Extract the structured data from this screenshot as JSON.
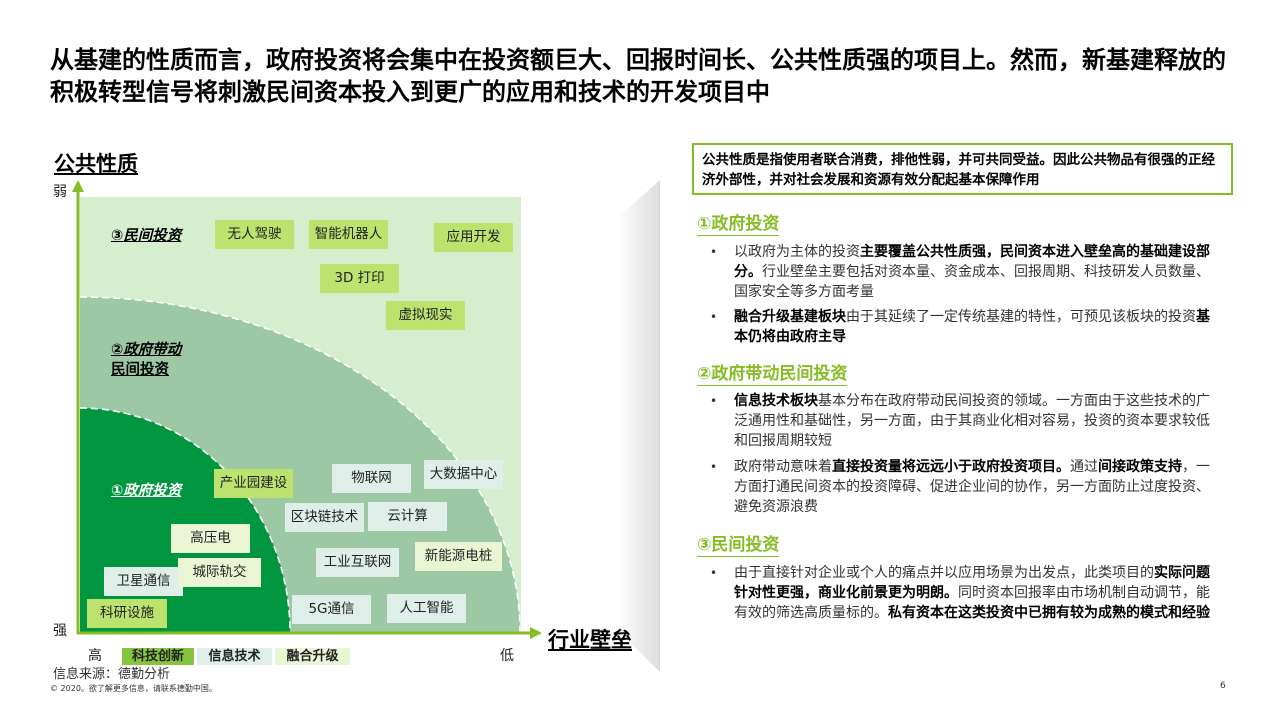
{
  "title": "从基建的性质而言，政府投资将会集中在投资额巨大、回报时间长、公共性质强的项目上。然而，新基建释放的积极转型信号将刺激民间资本投入到更广的应用和技术的开发项目中",
  "chart": {
    "y_axis_title": "公共性质",
    "y_top_label": "弱",
    "y_bottom_label": "强",
    "x_axis_title": "行业壁垒",
    "x_left_label": "高",
    "x_right_label": "低",
    "zones": {
      "private": {
        "num": "③",
        "label": "民间投资"
      },
      "guided": {
        "num": "②",
        "label_line1": "政府带动",
        "label_line2": "民间投资"
      },
      "government": {
        "num": "①",
        "label": "政府投资"
      }
    },
    "tags": [
      {
        "label": "无人驾驶",
        "category": "融合升级"
      },
      {
        "label": "智能机器人",
        "category": "融合升级"
      },
      {
        "label": "应用开发",
        "category": "融合升级"
      },
      {
        "label": "3D 打印",
        "category": "融合升级"
      },
      {
        "label": "虚拟现实",
        "category": "融合升级"
      },
      {
        "label": "产业园建设",
        "category": "科技创新"
      },
      {
        "label": "物联网",
        "category": "信息技术"
      },
      {
        "label": "大数据中心",
        "category": "信息技术"
      },
      {
        "label": "区块链技术",
        "category": "信息技术"
      },
      {
        "label": "云计算",
        "category": "信息技术"
      },
      {
        "label": "高压电",
        "category": "融合升级"
      },
      {
        "label": "工业互联网",
        "category": "信息技术"
      },
      {
        "label": "新能源电桩",
        "category": "融合升级"
      },
      {
        "label": "卫星通信",
        "category": "信息技术"
      },
      {
        "label": "城际轨交",
        "category": "融合升级"
      },
      {
        "label": "科研设施",
        "category": "科技创新"
      },
      {
        "label": "5G通信",
        "category": "信息技术"
      },
      {
        "label": "人工智能",
        "category": "信息技术"
      }
    ],
    "legend": [
      {
        "label": "科技创新",
        "color": "#86c440"
      },
      {
        "label": "信息技术",
        "color": "#dfeee9"
      },
      {
        "label": "融合升级",
        "color": "#eaf5d4"
      }
    ],
    "colors": {
      "private_zone": "#d5efce",
      "guided_zone": "#9dc8a4",
      "government_zone": "#009640",
      "axis": "#86bc25"
    }
  },
  "source": "信息来源：德勤分析",
  "copyright": "© 2020。欲了解更多信息，请联系德勤中国。",
  "page_number": "6",
  "panel": {
    "definition": "公共性质是指使用者联合消费，排他性弱，并可共同受益。因此公共物品有很强的正经济外部性，并对社会发展和资源有效分配起基本保障作用",
    "sections": [
      {
        "num": "①",
        "heading": "政府投资",
        "bullets": [
          {
            "parts": [
              {
                "t": "以政府为主体的投资",
                "b": false
              },
              {
                "t": "主要覆盖公共性质强，民间资本进入壁垒高的基础建设部分。",
                "b": true
              },
              {
                "t": "行业壁垒主要包括对资本量、资金成本、回报周期、科技研发人员数量、国家安全等多方面考量",
                "b": false
              }
            ]
          },
          {
            "parts": [
              {
                "t": "融合升级基建板块",
                "b": true
              },
              {
                "t": "由于其延续了一定传统基建的特性，可预见该板块的投资",
                "b": false
              },
              {
                "t": "基本仍将由政府主导",
                "b": true
              }
            ]
          }
        ]
      },
      {
        "num": "②",
        "heading": "政府带动民间投资",
        "bullets": [
          {
            "parts": [
              {
                "t": "信息技术板块",
                "b": true
              },
              {
                "t": "基本分布在政府带动民间投资的领域。一方面由于这些技术的广泛通用性和基础性，另一方面，由于其商业化相对容易，投资的资本要求较低和回报周期较短",
                "b": false
              }
            ]
          },
          {
            "parts": [
              {
                "t": "政府带动意味着",
                "b": false
              },
              {
                "t": "直接投资量将远远小于政府投资项目。",
                "b": true
              },
              {
                "t": "通过",
                "b": false
              },
              {
                "t": "间接政策支持",
                "b": true
              },
              {
                "t": "，一方面打通民间资本的投资障碍、促进企业间的协作，另一方面防止过度投资、避免资源浪费",
                "b": false
              }
            ]
          }
        ]
      },
      {
        "num": "③",
        "heading": "民间投资",
        "bullets": [
          {
            "parts": [
              {
                "t": "由于直接针对企业或个人的痛点并以应用场景为出发点，此类项目的",
                "b": false
              },
              {
                "t": "实际问题针对性更强，商业化前景更为明朗。",
                "b": true
              },
              {
                "t": "同时资本回报率由市场机制自动调节，能有效的筛选高质量标的。",
                "b": false
              },
              {
                "t": "私有资本在这类投资中已拥有较为成熟的模式和经验",
                "b": true
              }
            ]
          }
        ]
      }
    ]
  }
}
